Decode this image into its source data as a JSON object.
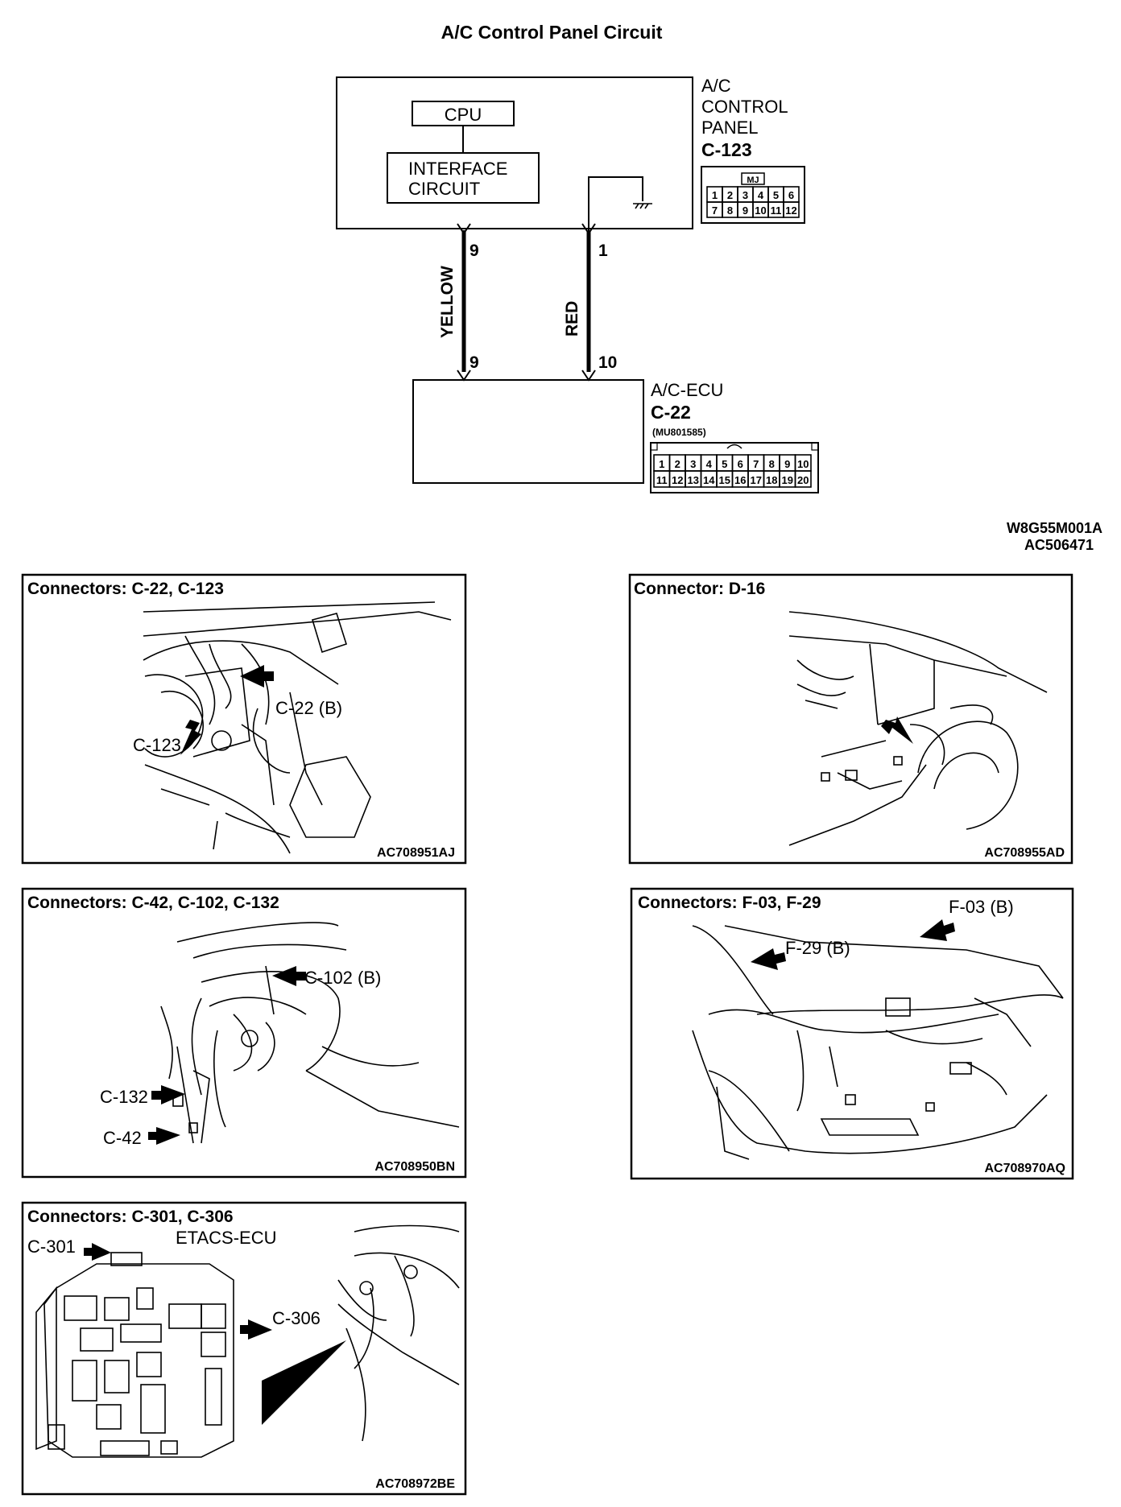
{
  "title": "A/C Control Panel Circuit",
  "panel": {
    "label_lines": [
      "A/C",
      "CONTROL",
      "PANEL"
    ],
    "connector": "C-123",
    "cpu": "CPU",
    "interface_lines": [
      "INTERFACE",
      "CIRCUIT"
    ],
    "pins_top": [
      "1",
      "2",
      "3",
      "4",
      "5",
      "6"
    ],
    "pins_bottom": [
      "7",
      "8",
      "9",
      "10",
      "11",
      "12"
    ],
    "mark": "MJ"
  },
  "wires": [
    {
      "color": "YELLOW",
      "top_pin": "9",
      "bottom_pin": "9"
    },
    {
      "color": "RED",
      "top_pin": "1",
      "bottom_pin": "10"
    }
  ],
  "ecu": {
    "label": "A/C-ECU",
    "connector": "C-22",
    "part": "(MU801585)",
    "pins_top": [
      "1",
      "2",
      "3",
      "4",
      "5",
      "6",
      "7",
      "8",
      "9",
      "10"
    ],
    "pins_bottom": [
      "11",
      "12",
      "13",
      "14",
      "15",
      "16",
      "17",
      "18",
      "19",
      "20"
    ]
  },
  "codes": [
    "W8G55M001A",
    "AC506471"
  ],
  "figures": [
    {
      "title": "Connectors: C-22, C-123",
      "code": "AC708951AJ",
      "callouts": [
        "C-22 (B)",
        "C-123"
      ]
    },
    {
      "title": "Connector: D-16",
      "code": "AC708955AD",
      "callouts": []
    },
    {
      "title": "Connectors: C-42, C-102, C-132",
      "code": "AC708950BN",
      "callouts": [
        "C-102 (B)",
        "C-132",
        "C-42"
      ]
    },
    {
      "title": "Connectors: F-03, F-29",
      "code": "AC708970AQ",
      "callouts": [
        "F-03 (B)",
        "F-29 (B)"
      ]
    },
    {
      "title": "Connectors: C-301, C-306",
      "code": "AC708972BE",
      "callouts": [
        "ETACS-ECU",
        "C-301",
        "C-306"
      ]
    }
  ]
}
